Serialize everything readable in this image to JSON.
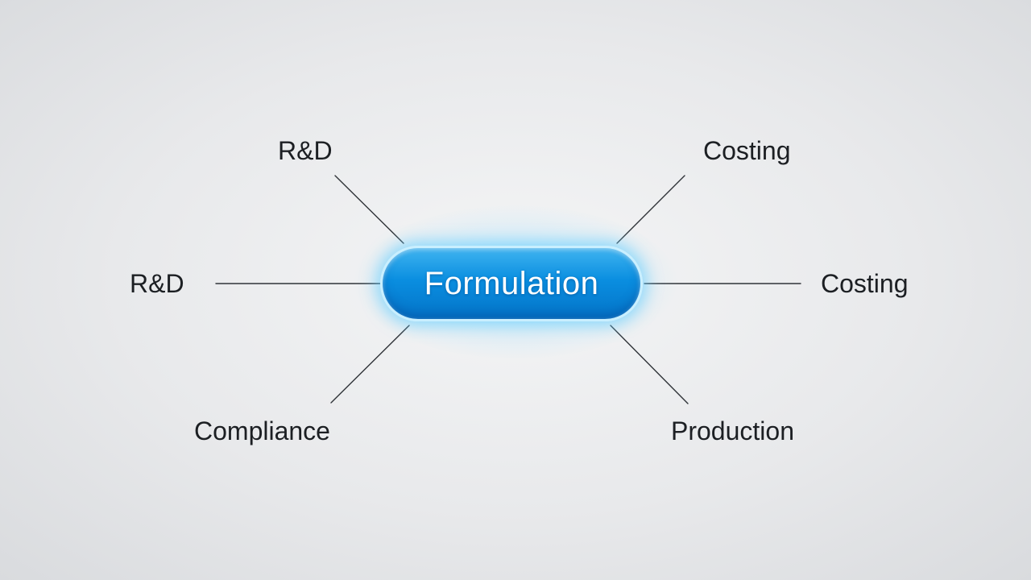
{
  "hub": {
    "label": "Formulation",
    "color": "#0a8ee0"
  },
  "nodes": [
    {
      "label": "R&D"
    },
    {
      "label": "R&D"
    },
    {
      "label": "Compliance"
    },
    {
      "label": "Costing"
    },
    {
      "label": "Costing"
    },
    {
      "label": "Production"
    }
  ],
  "colors": {
    "connector": "#2f3338",
    "text": "#1c1f23",
    "background": "#e8e9eb"
  }
}
